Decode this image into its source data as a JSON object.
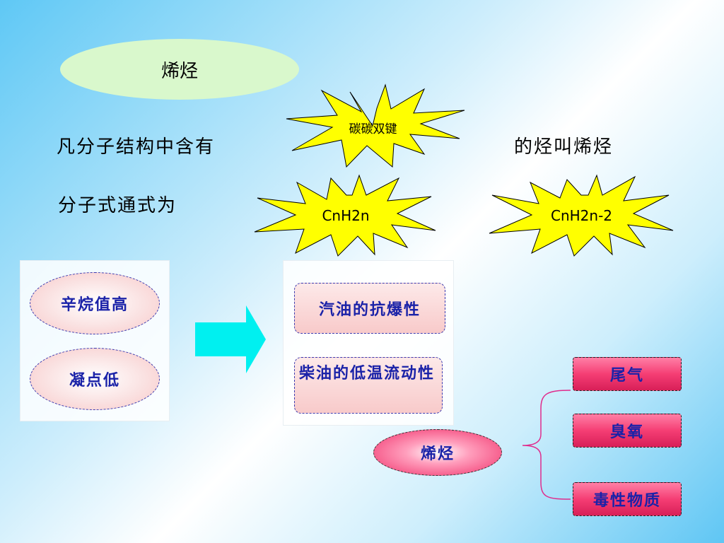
{
  "title": "烯烃",
  "definition": {
    "prefix": "凡分子结构中含有",
    "suffix": "的烃叫烯烃"
  },
  "formula_label": "分子式通式为",
  "stars": {
    "bond": "碳碳双键",
    "formula1": "CnH2n",
    "formula2": "CnH2n-2"
  },
  "left_panel": [
    "辛烷值高",
    "凝点低"
  ],
  "right_panel": [
    "汽油的抗爆性",
    "柴油的低温流动性"
  ],
  "bottom": {
    "center": "烯烃",
    "items": [
      "尾气",
      "臭氧",
      "毒性物质"
    ]
  },
  "colors": {
    "arrow": "#00f0f0",
    "star_fill": "#ffff00",
    "text_blue": "#1a22a8",
    "bracket": "#e02c8c"
  }
}
